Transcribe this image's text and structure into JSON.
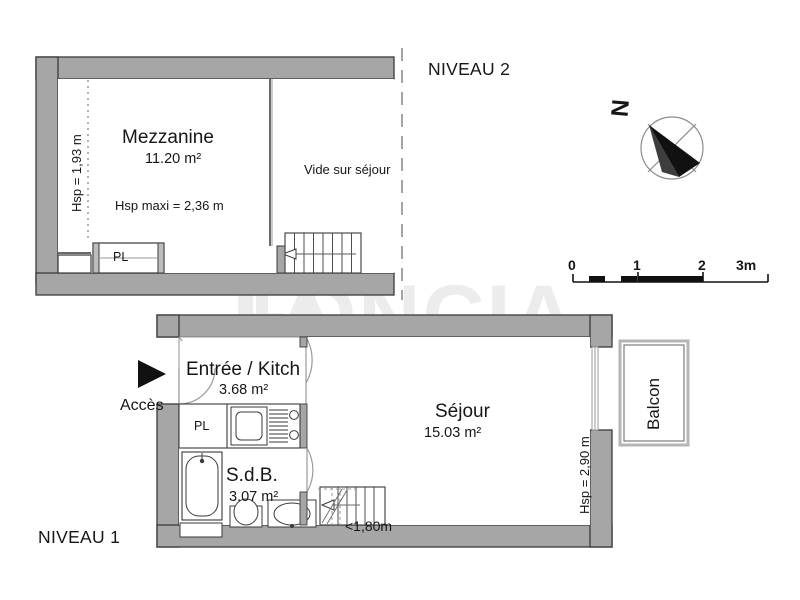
{
  "document": {
    "type": "floor-plan",
    "watermark": "FONCIA",
    "levels": [
      {
        "id": "niveau-2",
        "label": "NIVEAU 2",
        "rooms": [
          {
            "name": "Mezzanine",
            "area": "11.20 m²"
          },
          {
            "name": "Vide sur séjour",
            "area": ""
          }
        ],
        "annotations": [
          {
            "key": "hsp-left",
            "text": "Hsp = 1,93 m"
          },
          {
            "key": "hsp-maxi",
            "text": "Hsp maxi = 2,36 m"
          },
          {
            "key": "closet",
            "text": "PL"
          }
        ]
      },
      {
        "id": "niveau-1",
        "label": "NIVEAU 1",
        "rooms": [
          {
            "name": "Entrée / Kitch",
            "area": "3.68 m²"
          },
          {
            "name": "S.d.B.",
            "area": "3.07 m²"
          },
          {
            "name": "Séjour",
            "area": "15.03 m²"
          }
        ],
        "annotations": [
          {
            "key": "access",
            "text": "Accès"
          },
          {
            "key": "closet",
            "text": "PL"
          },
          {
            "key": "stair-height",
            "text": "<1,80m"
          },
          {
            "key": "balcony",
            "text": "Balcon"
          },
          {
            "key": "hsp-right",
            "text": "Hsp = 2,90 m"
          }
        ]
      }
    ]
  },
  "compass": {
    "north_label": "N"
  },
  "scale_bar": {
    "ticks": [
      "0",
      "1",
      "2",
      "3m"
    ],
    "unit": "m",
    "segments": [
      {
        "from": "0",
        "to": "1",
        "style": "dashed"
      },
      {
        "from": "1",
        "to": "2",
        "style": "solid"
      },
      {
        "from": "2",
        "to": "3",
        "style": "empty"
      }
    ]
  },
  "colors": {
    "wall_fill": "#a6a6a6",
    "wall_stroke": "#333333",
    "interior": "#ffffff",
    "line": "#2b2b2b",
    "thin_line": "#7a7a7a",
    "watermark": "#e9e9e9",
    "text": "#161616"
  }
}
